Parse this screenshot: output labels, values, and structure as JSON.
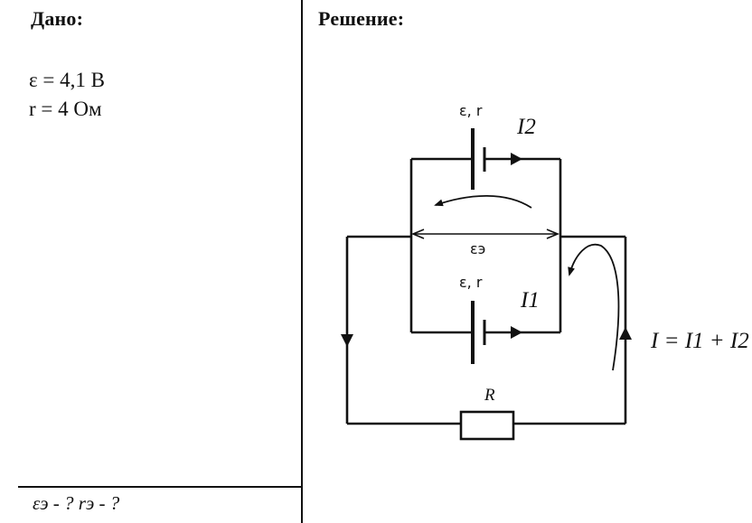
{
  "given": {
    "title": "Дано:",
    "lines": [
      "ε = 4,1 В",
      "r = 4 Ом"
    ]
  },
  "find": {
    "text": "εэ - ? rэ - ?"
  },
  "solution": {
    "title": "Решение:"
  },
  "circuit": {
    "battery_top_label": "ε, r",
    "battery_bottom_label": "ε, r",
    "equivalent_emf_label": "εэ",
    "current_top_label": "I2",
    "current_bottom_label": "I1",
    "resistor_label": "R",
    "total_current_label": "I = I1 + I2"
  }
}
